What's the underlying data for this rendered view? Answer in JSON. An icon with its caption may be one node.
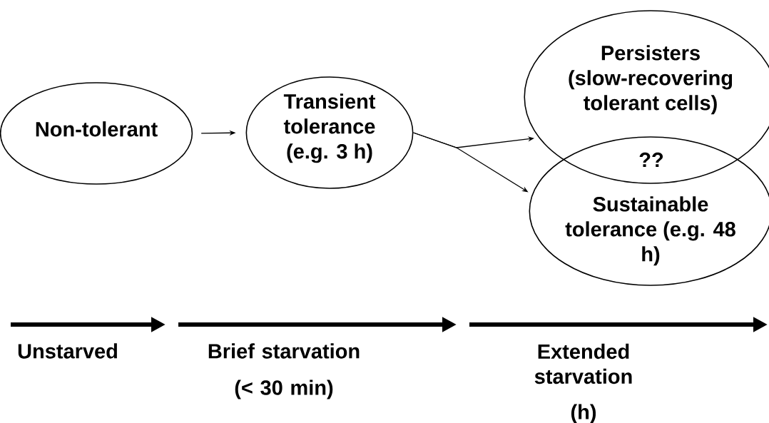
{
  "diagram": {
    "nodes": [
      {
        "text": [
          "Non-tolerant"
        ]
      },
      {
        "text": [
          "Transient tolerance (e.g. 3 h)"
        ]
      },
      {
        "text": [
          "Persisters (slow-recovering tolerant cells)"
        ]
      },
      {
        "text": [
          "Sustainable tolerance (e.g. 48 h)"
        ]
      }
    ],
    "edges": [
      {
        "from": 0,
        "to": 1,
        "arrow": "to"
      },
      {
        "from": 1,
        "to": 2,
        "arrow": "to"
      },
      {
        "from": 1,
        "to": 3,
        "arrow": "to"
      }
    ],
    "labels": [
      "??",
      "Unstarved",
      "Brief starvation",
      "(< 30 min)",
      "Extended starvation",
      "(h)"
    ]
  }
}
